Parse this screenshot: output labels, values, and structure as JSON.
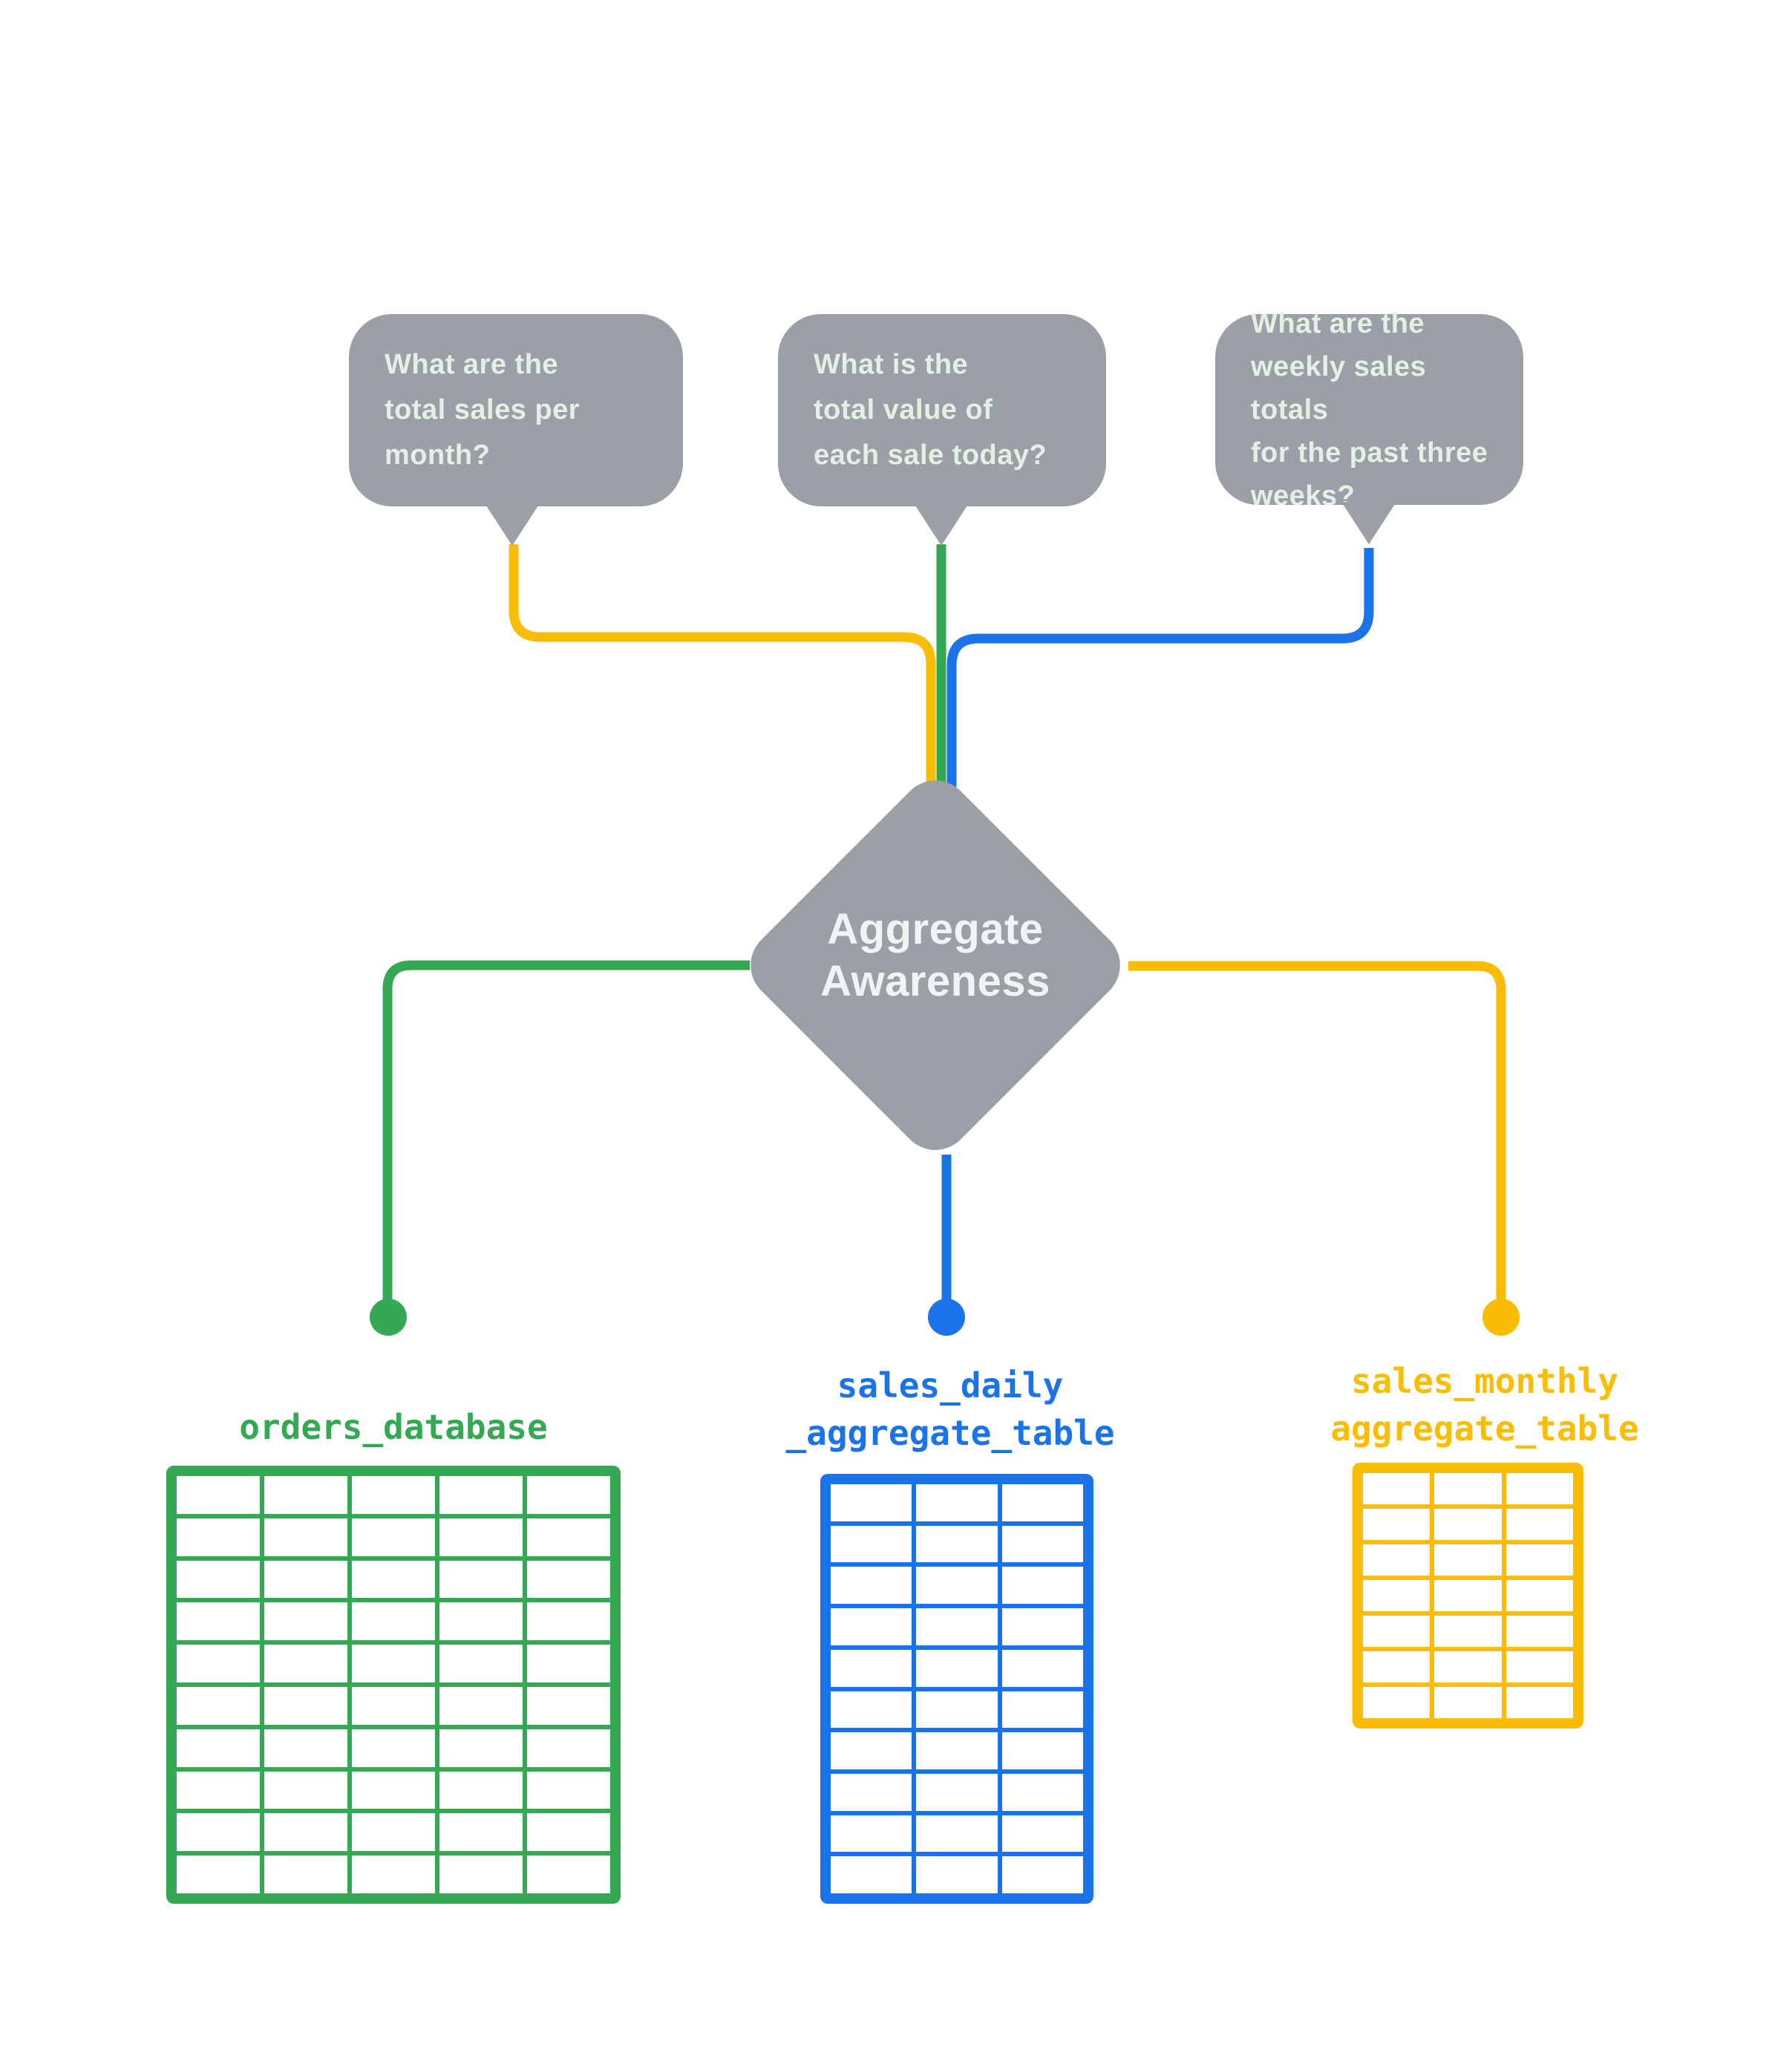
{
  "bubbles": [
    {
      "text": "What are the\ntotal sales per\nmonth?",
      "connector": "yellow"
    },
    {
      "text": "What is the\ntotal value of\neach sale today?",
      "connector": "green"
    },
    {
      "text": "What are the\nweekly sales totals\nfor the past three\nweeks?",
      "connector": "blue"
    }
  ],
  "diamond": {
    "line1": "Aggregate",
    "line2": "Awareness"
  },
  "tables": [
    {
      "label": "orders_database",
      "color": "green",
      "columns": 5,
      "rows": 10
    },
    {
      "label": "sales_daily\n_aggregate_table",
      "color": "blue",
      "columns": 3,
      "rows": 10
    },
    {
      "label": "sales_monthly\naggregate_table",
      "color": "yellow",
      "columns": 3,
      "rows": 7
    }
  ],
  "colors": {
    "gray": "#9AA0A6",
    "green": "#34A853",
    "blue": "#1A73E8",
    "yellow": "#FBBC04",
    "bubble_text": "#E4F0E6",
    "diamond_text": "#F1F3F4",
    "background": "#FFFFFF"
  }
}
